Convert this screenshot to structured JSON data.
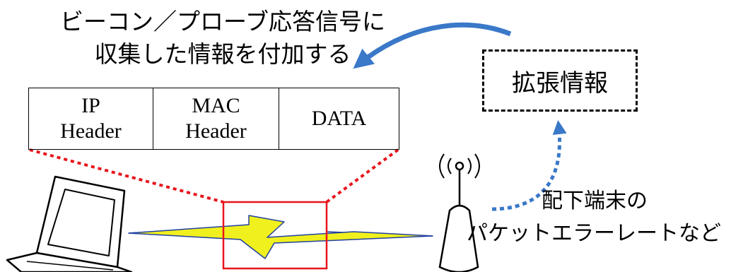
{
  "caption": {
    "line1": "ビーコン／プローブ応答信号に",
    "line2": "収集した情報を付加する"
  },
  "packet": {
    "fields": [
      {
        "line1": "IP",
        "line2": "Header"
      },
      {
        "line1": "MAC",
        "line2": "Header"
      },
      {
        "line1": "DATA",
        "line2": ""
      }
    ]
  },
  "extension_box": {
    "label": "拡張情報"
  },
  "note": {
    "line1": "配下端末の",
    "line2": "パケットエラーレートなど"
  },
  "colors": {
    "arrow_blue": "#3a78c8",
    "zoom_red": "#e8141c",
    "bolt_yellow": "#f0f01e",
    "link_blue": "#2040a0"
  }
}
